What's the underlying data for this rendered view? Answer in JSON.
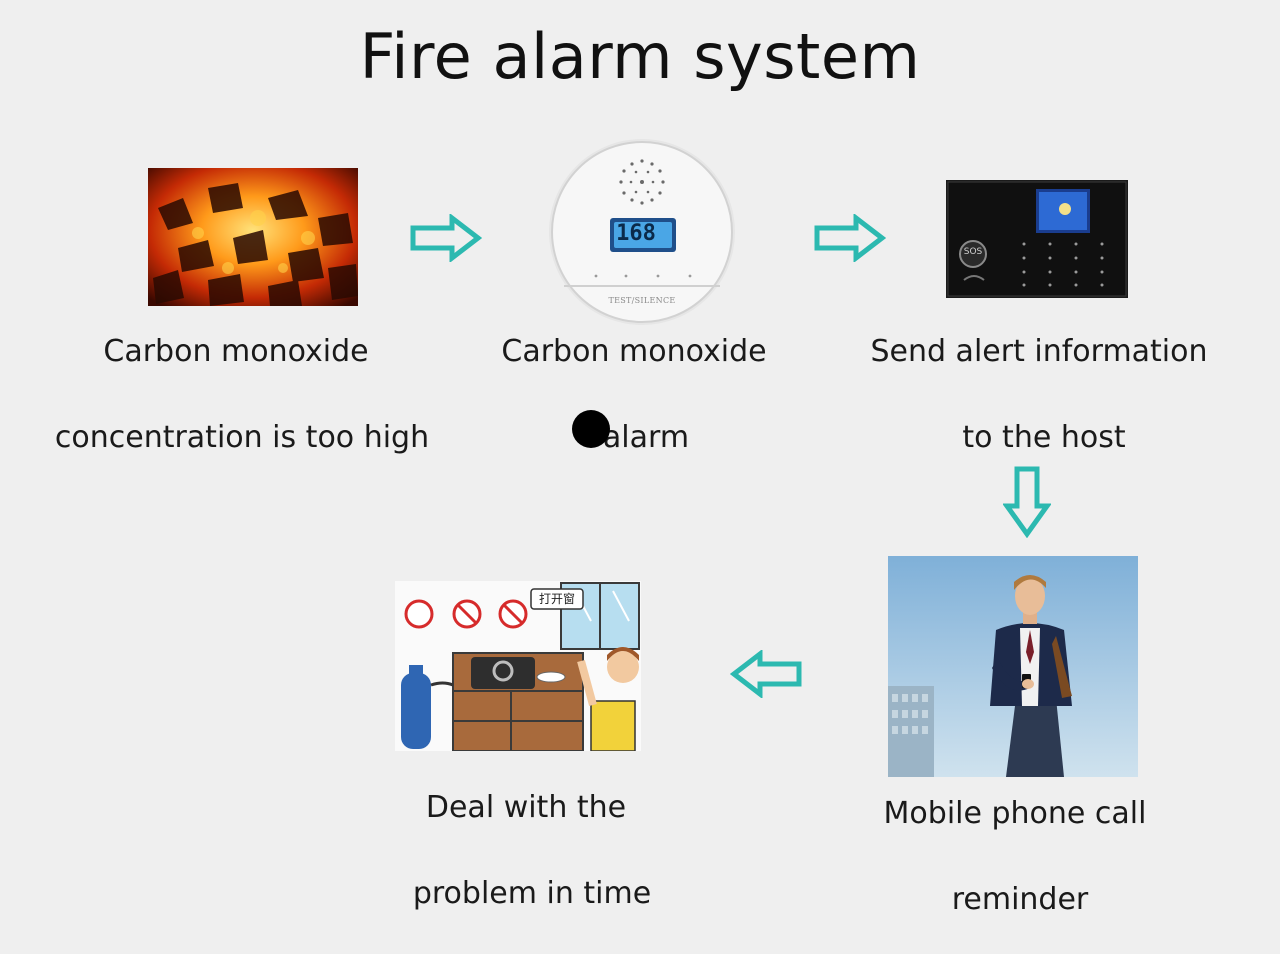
{
  "title": "Fire alarm system",
  "steps": [
    {
      "line1": "Carbon monoxide",
      "line2": "concentration is too high"
    },
    {
      "line1": "Carbon monoxide",
      "line2": "alarm"
    },
    {
      "line1": "Send alert information",
      "line2": "to the host"
    },
    {
      "line1": "Mobile phone call",
      "line2": "reminder"
    },
    {
      "line1": "Deal with the",
      "line2": "problem in time"
    }
  ],
  "detector": {
    "display": "168",
    "button": "TEST/SILENCE"
  },
  "host": {
    "sos": "SOS"
  },
  "illustration": {
    "sign": "打开窗"
  },
  "colors": {
    "arrow": "#2cb9b0",
    "background": "#efefef"
  }
}
